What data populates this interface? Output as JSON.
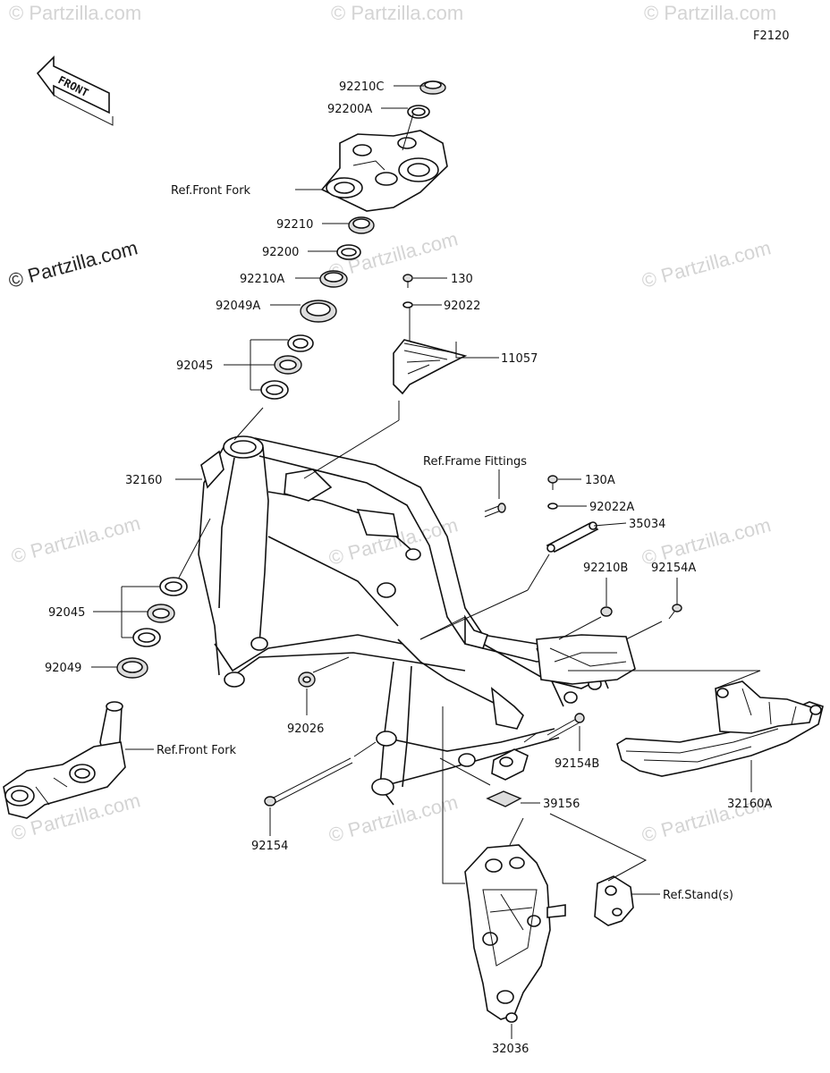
{
  "diagram_code": "F2120",
  "front_label": "FRONT",
  "watermark_main": "© Partzilla.com",
  "watermark_faint": "© Partzilla.com",
  "labels": {
    "p92210C": "92210C",
    "p92200A": "92200A",
    "ref_front_fork_top": "Ref.Front Fork",
    "p92210": "92210",
    "p92200": "92200",
    "p92210A": "92210A",
    "p92049A": "92049A",
    "p92045_top": "92045",
    "p130": "130",
    "p92022": "92022",
    "p11057": "11057",
    "p32160": "32160",
    "ref_frame_fittings": "Ref.Frame Fittings",
    "p130A": "130A",
    "p92022A": "92022A",
    "p35034": "35034",
    "p92210B": "92210B",
    "p92154A": "92154A",
    "p92045_bottom": "92045",
    "p92049": "92049",
    "p92026": "92026",
    "ref_front_fork_bottom": "Ref.Front Fork",
    "p92154B": "92154B",
    "p32160A": "32160A",
    "p39156": "39156",
    "p92154": "92154",
    "ref_stands": "Ref.Stand(s)",
    "p32036": "32036"
  }
}
